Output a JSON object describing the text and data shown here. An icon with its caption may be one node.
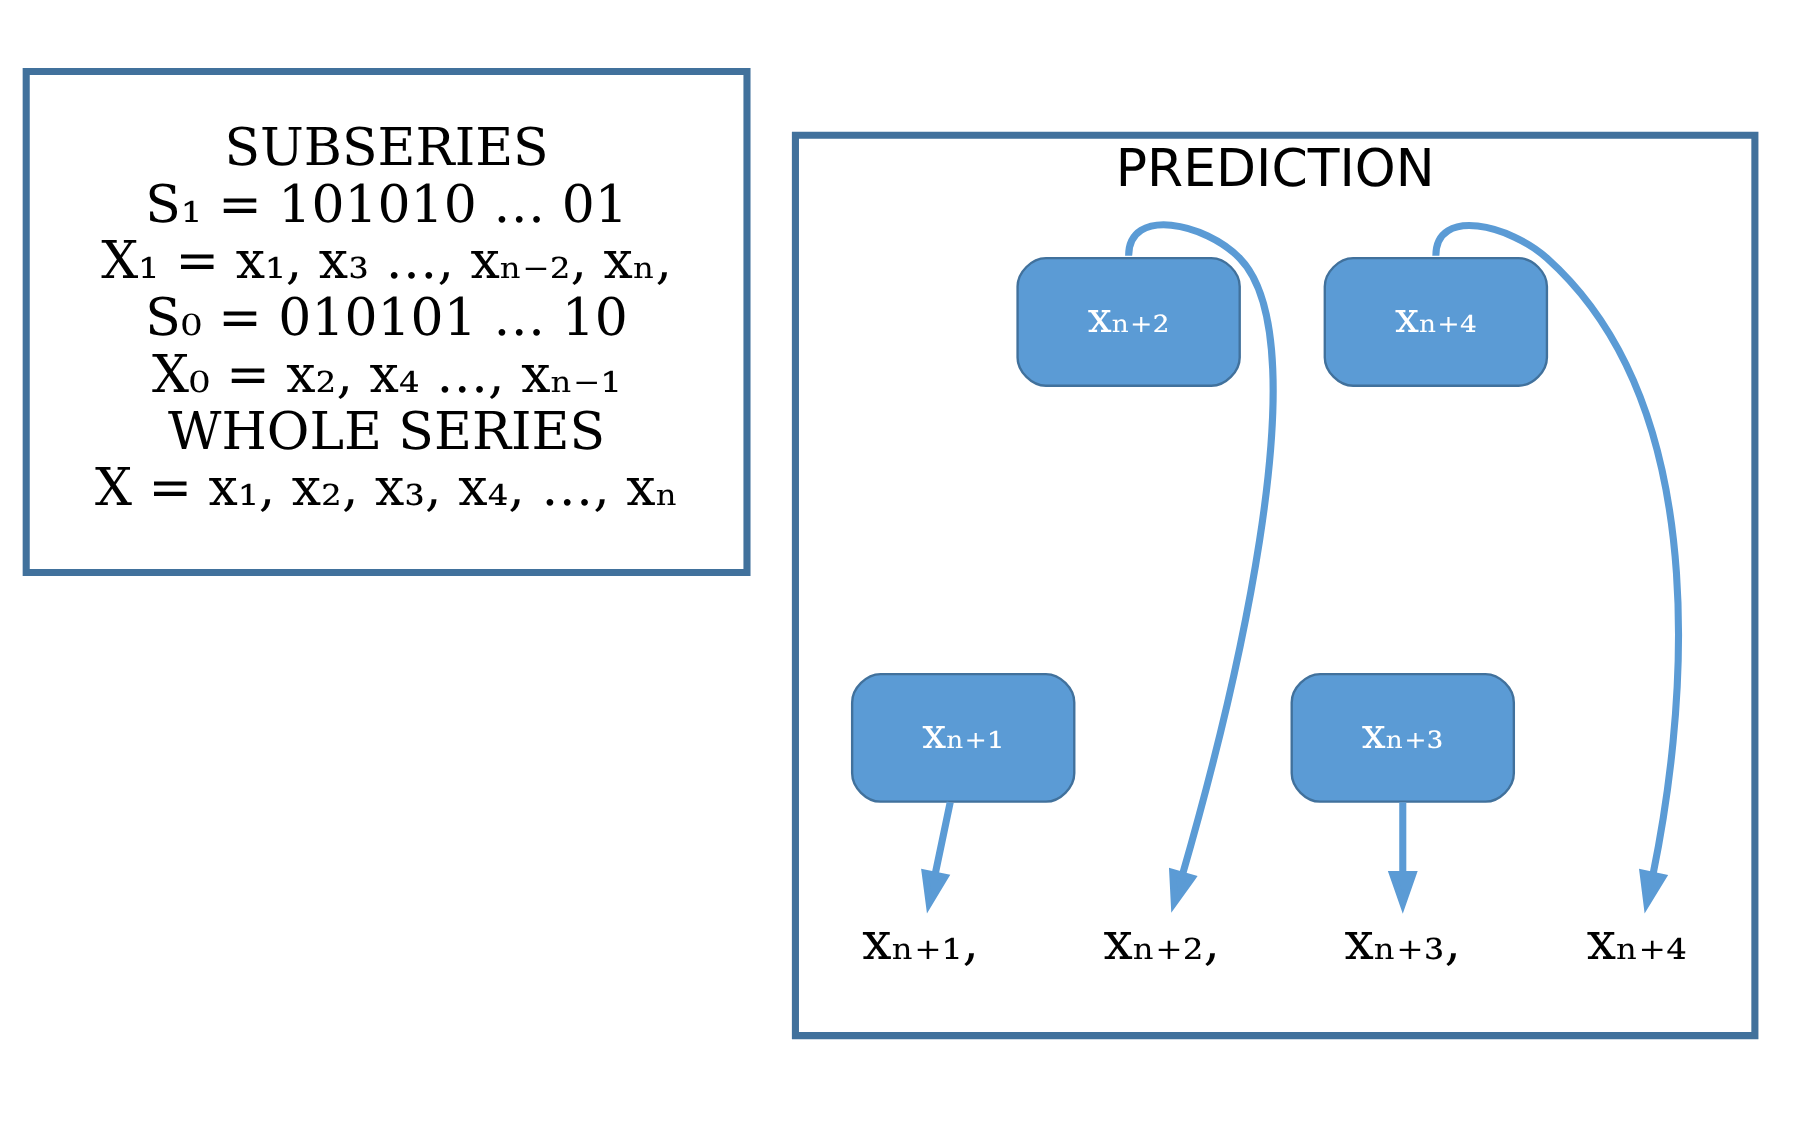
{
  "diagram": {
    "nodes": [
      {
        "text": [
          "SUBSERIES",
          "S₁ = 101010 … 01",
          "X₁ = x₁, x₃ …, xₙ₋₂, xₙ,",
          "S₀ = 010101 … 10",
          "X₀ = x₂, x₄ …, xₙ₋₁",
          "WHOLE SERIES",
          "X = x₁, x₂, x₃, x₄, …, xₙ"
        ]
      },
      {
        "text": [
          "PREDICTION"
        ]
      },
      {
        "text": [
          "xₙ₊₂"
        ],
        "in": 1
      },
      {
        "text": [
          "xₙ₊₄"
        ],
        "in": 1
      },
      {
        "text": [
          "xₙ₊₁"
        ],
        "in": 1
      },
      {
        "text": [
          "xₙ₊₃"
        ],
        "in": 1
      },
      {
        "text": [
          "xₙ₊₁,"
        ],
        "in": 1
      },
      {
        "text": [
          "xₙ₊₂,"
        ],
        "in": 1
      },
      {
        "text": [
          "xₙ₊₃,"
        ],
        "in": 1
      },
      {
        "text": [
          "xₙ₊₄"
        ],
        "in": 1
      }
    ],
    "edges": [
      {
        "from": 4,
        "to": 6,
        "arrow": "to"
      },
      {
        "from": 2,
        "to": 7,
        "arrow": "to"
      },
      {
        "from": 5,
        "to": 8,
        "arrow": "to"
      },
      {
        "from": 3,
        "to": 9,
        "arrow": "to"
      }
    ]
  }
}
